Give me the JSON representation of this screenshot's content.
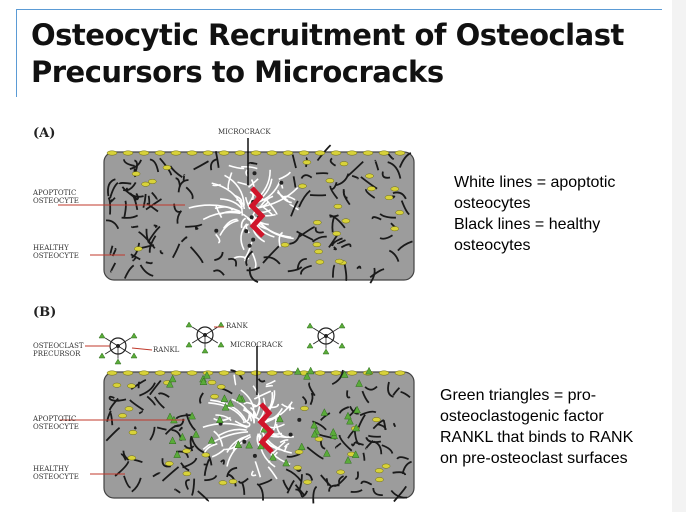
{
  "slide": {
    "title_lines": [
      "Osteocytic Recruitment of Osteoclast",
      "Precursors to Microcracks"
    ]
  },
  "panel_a": {
    "label": "(A)",
    "microcrack_label": "MICROCRACK",
    "apoptotic_label": [
      "APOPTOTIC",
      "OSTEOCYTE"
    ],
    "healthy_label": [
      "HEALTHY",
      "OSTEOCYTE"
    ]
  },
  "panel_b": {
    "label": "(B)",
    "rank_label": "RANK",
    "precursor_label": [
      "OSTEOCLAST",
      "PRECURSOR"
    ],
    "rankl_label": "RANKL",
    "microcrack_label": "MICROCRACK",
    "apoptotic_label": [
      "APOPTOTIC",
      "OSTEOCYTE"
    ],
    "healthy_label": [
      "HEALTHY",
      "OSTEOCYTE"
    ]
  },
  "notes": {
    "a_lines": [
      "White lines = apoptotic",
      "osteocytes",
      "Black lines = healthy",
      "osteocytes"
    ],
    "b_lines": [
      "Green triangles = pro-",
      "osteoclastogenic factor",
      "RANKL that binds to RANK",
      "on pre-osteoclast surfaces"
    ]
  },
  "colors": {
    "frame": "#5b9bd5",
    "bone_matrix": "#9c9c9c",
    "crack": "#d0142a",
    "rankl": "#5aab3a",
    "lining_cell": "#d8d23a"
  }
}
